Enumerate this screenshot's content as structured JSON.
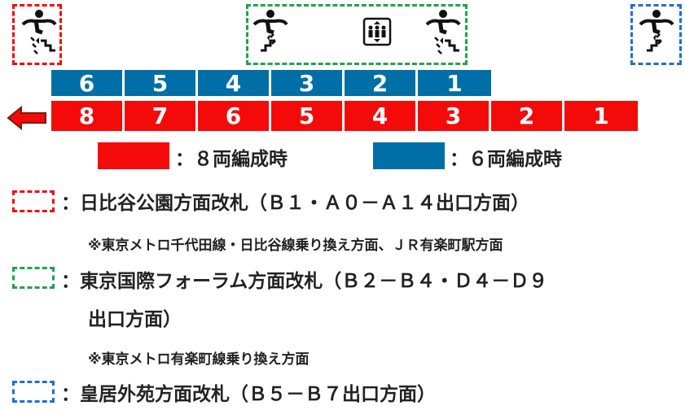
{
  "colors": {
    "red": "#f50a0a",
    "blue": "#006ea7",
    "green": "#1aa64a",
    "gate_blue": "#1f6fd0"
  },
  "icons": {
    "left_exit": "escalator-down-icon",
    "center_left": "escalator-up-icon",
    "center_elevator": "elevator-icon",
    "center_right": "escalator-down-icon",
    "right_exit": "escalator-up-icon",
    "direction": "arrow-left-icon"
  },
  "cars_6": [
    "6",
    "5",
    "4",
    "3",
    "2",
    "1"
  ],
  "cars_8": [
    "8",
    "7",
    "6",
    "5",
    "4",
    "3",
    "2",
    "1"
  ],
  "legend": {
    "red_label": "：８両編成時",
    "blue_label": "：６両編成時"
  },
  "gates": {
    "red": {
      "line1": "：日比谷公園方面改札（Ｂ１・Ａ０－Ａ１４出口方面）",
      "note": "※東京メトロ千代田線・日比谷線乗り換え方面、ＪＲ有楽町駅方面"
    },
    "green": {
      "line1": "：東京国際フォーラム方面改札（Ｂ２－Ｂ４・Ｄ４－Ｄ９",
      "line2": "出口方面）",
      "note": "※東京メトロ有楽町線乗り換え方面"
    },
    "blue": {
      "line1": "：皇居外苑方面改札（Ｂ５－Ｂ７出口方面）"
    }
  }
}
